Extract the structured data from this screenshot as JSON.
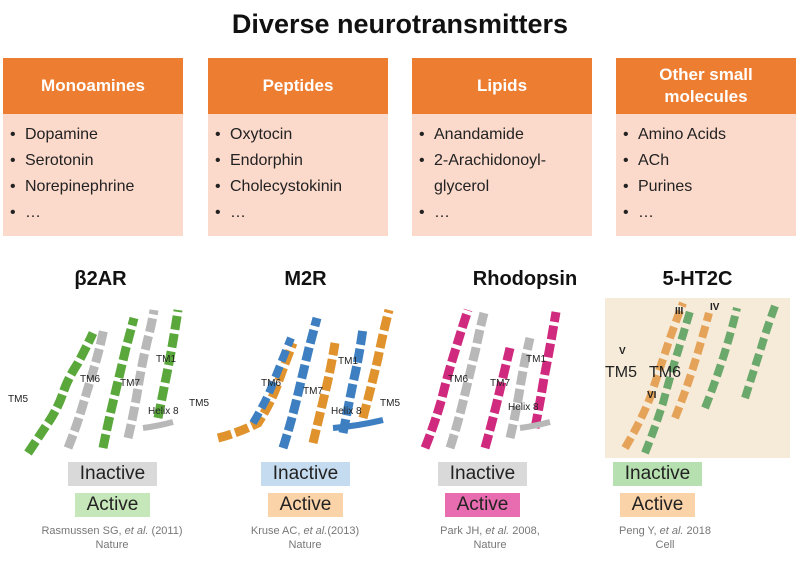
{
  "title": "Diverse neurotransmitters",
  "categories": [
    {
      "header": "Monoamines",
      "items": [
        "Dopamine",
        "Serotonin",
        "Norepinephrine",
        "…"
      ]
    },
    {
      "header": "Peptides",
      "items": [
        "Oxytocin",
        "Endorphin",
        "Cholecystokinin",
        "…"
      ]
    },
    {
      "header": "Lipids",
      "items": [
        "Anandamide",
        "2-Arachidonoyl-glycerol",
        "…"
      ]
    },
    {
      "header": "Other small molecules",
      "items": [
        "Amino Acids",
        "ACh",
        "Purines",
        "…"
      ]
    }
  ],
  "structures": [
    {
      "name": "β2AR",
      "labels": {
        "tm5": "TM5",
        "tm6": "TM6",
        "tm7": "TM7",
        "tm1": "TM1",
        "helix8": "Helix 8"
      },
      "legend": {
        "inactive": "Inactive",
        "active": "Active"
      },
      "colors": {
        "inactive": "#b8b8b8",
        "active": "#5aa83c",
        "inactive_tag": "#d9d9d9",
        "active_tag": "#c6e7b9"
      },
      "citation_authors": "Rasmussen SG, ",
      "citation_etal": "et al.",
      "citation_year": " (2011)",
      "citation_journal": "Nature"
    },
    {
      "name": "M2R",
      "labels": {
        "tm5": "TM5",
        "tm6": "TM6",
        "tm7": "TM7",
        "tm1": "TM1",
        "helix8": "Helix 8"
      },
      "legend": {
        "inactive": "Inactive",
        "active": "Active"
      },
      "colors": {
        "inactive": "#3d7fc0",
        "active": "#e0922d",
        "inactive_tag": "#c5dcf0",
        "active_tag": "#fbd3a8"
      },
      "citation_authors": "Kruse AC, ",
      "citation_etal": "et al.",
      "citation_year": "(2013)",
      "citation_journal": "Nature"
    },
    {
      "name": "Rhodopsin",
      "labels": {
        "tm5": "TM5",
        "tm6": "TM6",
        "tm7": "TM7",
        "tm1": "TM1",
        "helix8": "Helix 8"
      },
      "legend": {
        "inactive": "Inactive",
        "active": "Active"
      },
      "colors": {
        "inactive": "#b8b8b8",
        "active": "#d02a7e",
        "inactive_tag": "#d9d9d9",
        "active_tag": "#e76cb0"
      },
      "citation_authors": "Park JH, ",
      "citation_etal": "et al.",
      "citation_year": " 2008,",
      "citation_journal": "Nature"
    },
    {
      "name": "5-HT2C",
      "labels": {
        "tm5": "TM5",
        "tm6": "TM6",
        "iii": "III",
        "iv": "IV",
        "v": "V",
        "vi": "VI"
      },
      "legend": {
        "inactive": "Inactive",
        "active": "Active"
      },
      "colors": {
        "inactive": "#6ba86b",
        "active": "#e5a35a",
        "inactive_tag": "#b7e0b0",
        "active_tag": "#fbd3a8"
      },
      "citation_authors": "Peng Y, ",
      "citation_etal": "et al.",
      "citation_year": " 2018",
      "citation_journal": "Cell"
    }
  ]
}
